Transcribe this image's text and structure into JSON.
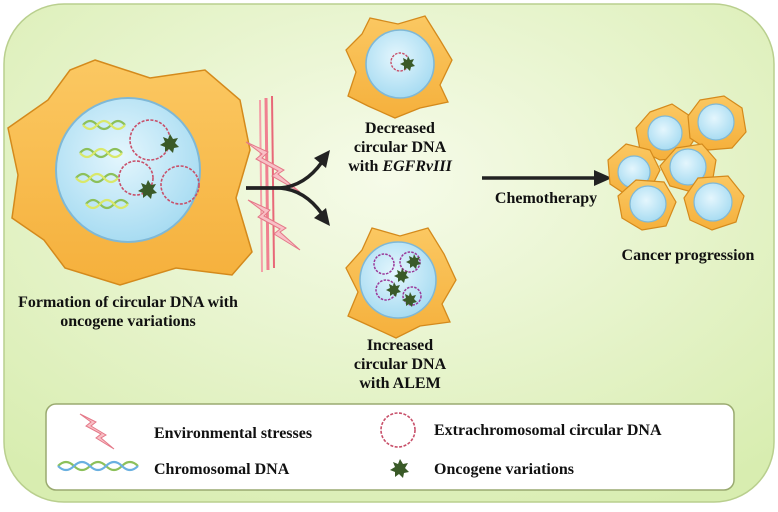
{
  "labels": {
    "formation": "Formation of circular DNA with oncogene variations",
    "decreased_line1": "Decreased",
    "decreased_line2": "circular DNA",
    "decreased_with": "with ",
    "decreased_gene": "EGFRvIII",
    "increased_line1": "Increased",
    "increased_line2": "circular DNA",
    "increased_line3": "with ALEM",
    "chemotherapy": "Chemotherapy",
    "cancer_progression": "Cancer progression"
  },
  "legend": {
    "environmental_stresses": "Environmental stresses",
    "chromosomal_dna": "Chromosomal DNA",
    "extrachromosomal_circular_dna": "Extrachromosomal circular DNA",
    "oncogene_variations": "Oncogene variations"
  },
  "colors": {
    "cell_fill": "#f9be4f",
    "cell_edge": "#d48a1c",
    "nucleus_fill": "#bfe8f8",
    "nucleus_edge": "#7fb8d6",
    "background": "#e4f2c6",
    "arrow": "#222222",
    "stress": "#f4a0a8",
    "oncogene": "#3a5a28"
  }
}
